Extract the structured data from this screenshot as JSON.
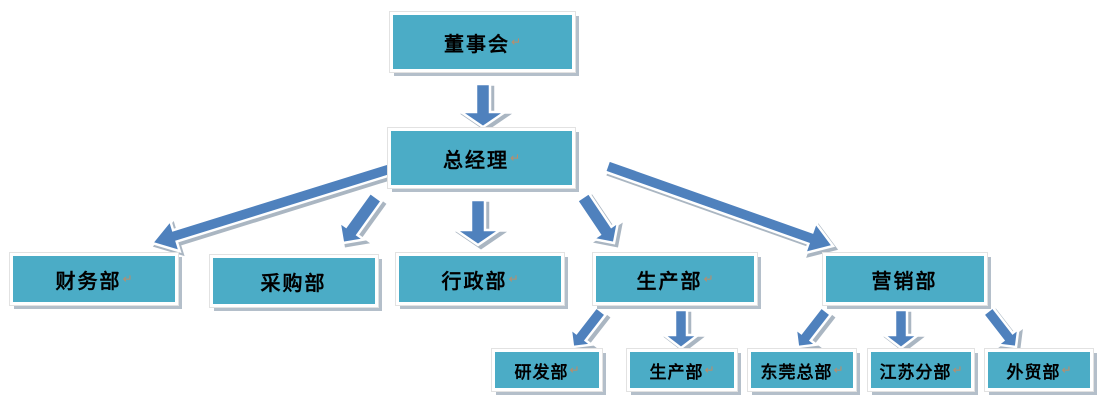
{
  "diagram": {
    "type": "org-chart",
    "language": "zh-CN"
  },
  "marks": {
    "return": "↵"
  },
  "colors": {
    "background": "#ffffff",
    "box_fill": "#4BACC6",
    "box_border": "#ffffff",
    "box_shadow": "#b4bfca",
    "arrow_fill": "#4F81BD",
    "arrow_outline": "#ffffff",
    "arrow_shadow": "#aab6c2",
    "text": "#000000",
    "pilcrow": "#be8c68"
  },
  "nodes": [
    {
      "id": "board",
      "label": "董事会",
      "mark": "↵",
      "level": 1
    },
    {
      "id": "gm",
      "label": "总经理",
      "mark": "↵",
      "level": 2
    },
    {
      "id": "finance",
      "label": "财务部",
      "mark": "↵",
      "level": 3
    },
    {
      "id": "purchasing",
      "label": "采购部",
      "mark": "",
      "level": 3
    },
    {
      "id": "admin",
      "label": "行政部",
      "mark": "↵",
      "level": 3
    },
    {
      "id": "production",
      "label": "生产部",
      "mark": "↵",
      "level": 3
    },
    {
      "id": "marketing",
      "label": "营销部",
      "mark": "",
      "level": 3
    },
    {
      "id": "rnd",
      "label": "研发部",
      "mark": "↵",
      "level": 4
    },
    {
      "id": "production2",
      "label": "生产部",
      "mark": "↵",
      "level": 4
    },
    {
      "id": "dongguan",
      "label": "东莞总部",
      "mark": "↵",
      "level": 4
    },
    {
      "id": "jiangsu",
      "label": "江苏分部",
      "mark": "↵",
      "level": 4
    },
    {
      "id": "trade",
      "label": "外贸部",
      "mark": "↵",
      "level": 4
    }
  ],
  "edges": [
    {
      "from": "董事会",
      "to": "总经理"
    },
    {
      "from": "总经理",
      "to": "财务部"
    },
    {
      "from": "总经理",
      "to": "采购部"
    },
    {
      "from": "总经理",
      "to": "行政部"
    },
    {
      "from": "总经理",
      "to": "生产部"
    },
    {
      "from": "总经理",
      "to": "营销部"
    },
    {
      "from": "生产部",
      "to": "研发部"
    },
    {
      "from": "生产部",
      "to": "生产部"
    },
    {
      "from": "营销部",
      "to": "东莞总部"
    },
    {
      "from": "营销部",
      "to": "江苏分部"
    },
    {
      "from": "营销部",
      "to": "外贸部"
    }
  ]
}
